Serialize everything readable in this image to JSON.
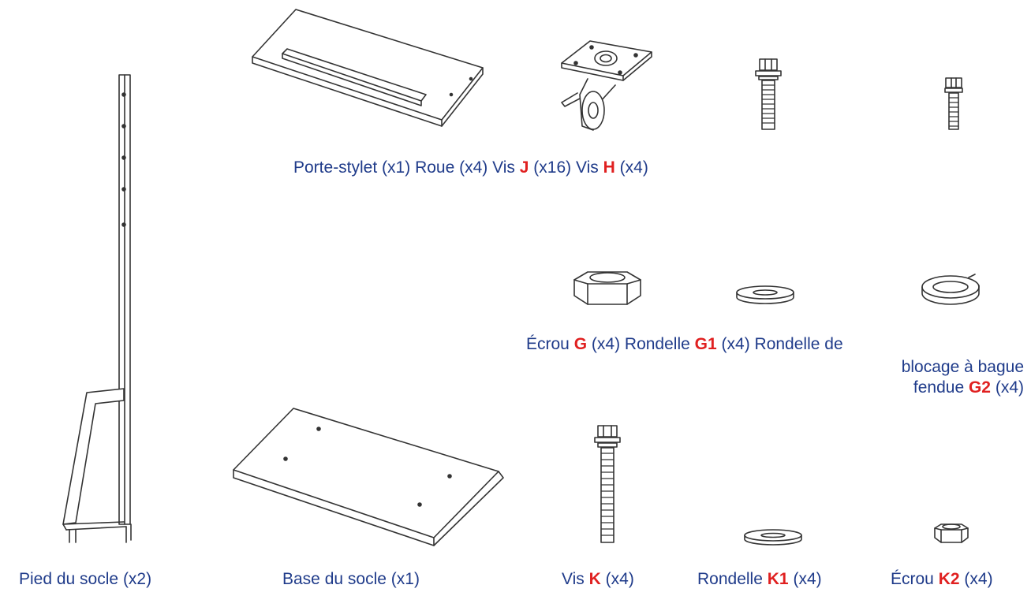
{
  "colors": {
    "label_text": "#1f3b8a",
    "code_text": "#e02020",
    "line_art": "#333333"
  },
  "parts": {
    "porte_stylet": {
      "name": "Porte-stylet",
      "qty": "(x1)"
    },
    "roue": {
      "name": "Roue",
      "qty": "(x4)"
    },
    "vis_j": {
      "name": "Vis",
      "code": "J",
      "qty": "(x16)"
    },
    "vis_h": {
      "name": "Vis",
      "code": "H",
      "qty": "(x4)"
    },
    "ecrou_g": {
      "name": "Écrou",
      "code": "G",
      "qty": "(x4)"
    },
    "rondelle_g1": {
      "name": "Rondelle",
      "code": "G1",
      "qty": "(x4)"
    },
    "rondelle_g2": {
      "line1": "Rondelle de",
      "line2": "blocage à bague",
      "line3_prefix": "fendue",
      "code": "G2",
      "qty": "(x4)"
    },
    "pied": {
      "name": "Pied du socle",
      "qty": "(x2)"
    },
    "base": {
      "name": "Base du socle",
      "qty": "(x1)"
    },
    "vis_k": {
      "name": "Vis",
      "code": "K",
      "qty": "(x4)"
    },
    "rondelle_k1": {
      "name": "Rondelle",
      "code": "K1",
      "qty": "(x4)"
    },
    "ecrou_k2": {
      "name": "Écrou",
      "code": "K2",
      "qty": "(x4)"
    }
  }
}
